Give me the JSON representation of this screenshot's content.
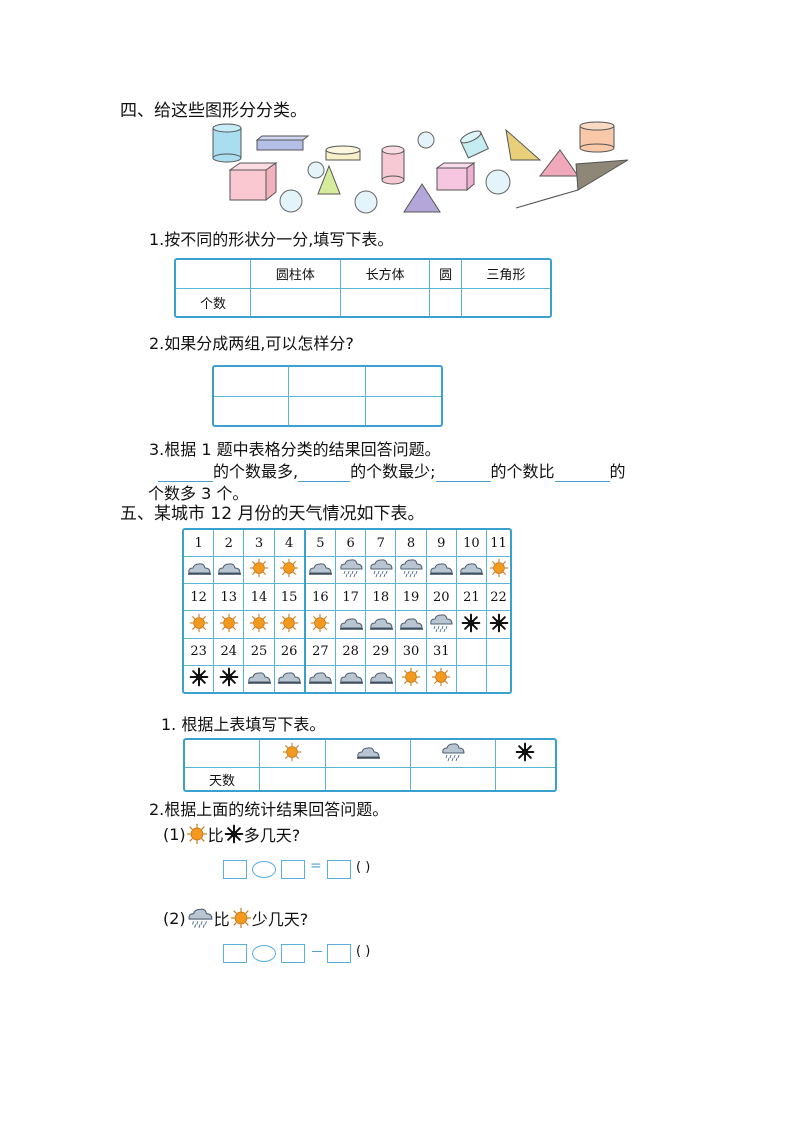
{
  "section4": {
    "title": "四、给这些图形分分类。",
    "q1": "1.按不同的形状分一分,填写下表。",
    "table_headers": [
      "",
      "圆柱体",
      "长方体",
      "圆",
      "三角形"
    ],
    "table_row_label": "个数",
    "q2": "2.如果分成两组,可以怎样分?",
    "q3": "3.根据 1 题中表格分类的结果回答问题。",
    "q3_part1": "的个数最多,",
    "q3_part2": "的个数最少;",
    "q3_part3": "的个数比",
    "q3_part4": "的",
    "q3_line2": "个数多 3 个。"
  },
  "section5": {
    "title": "五、某城市 12 月份的天气情况如下表。",
    "calendar": [
      {
        "days": [
          "1",
          "2",
          "3",
          "4",
          "5",
          "6",
          "7",
          "8",
          "9",
          "10",
          "11"
        ],
        "weather": [
          "cloudy",
          "cloudy",
          "sunny",
          "sunny",
          "cloudy",
          "rainy",
          "rainy",
          "rainy",
          "cloudy",
          "cloudy",
          "sunny"
        ]
      },
      {
        "days": [
          "12",
          "13",
          "14",
          "15",
          "16",
          "17",
          "18",
          "19",
          "20",
          "21",
          "22"
        ],
        "weather": [
          "sunny",
          "sunny",
          "sunny",
          "sunny",
          "sunny",
          "cloudy",
          "cloudy",
          "cloudy",
          "rainy",
          "snow",
          "snow"
        ]
      },
      {
        "days": [
          "23",
          "24",
          "25",
          "26",
          "27",
          "28",
          "29",
          "30",
          "31",
          "",
          ""
        ],
        "weather": [
          "snow",
          "snow",
          "cloudy",
          "cloudy",
          "cloudy",
          "cloudy",
          "cloudy",
          "sunny",
          "sunny",
          "",
          ""
        ]
      }
    ],
    "q1": "1. 根据上表填写下表。",
    "summary_icons": [
      "sunny",
      "cloudy",
      "rainy",
      "snow"
    ],
    "summary_row_label": "天数",
    "q2": "2.根据上面的统计结果回答问题。",
    "q2a_prefix": "(1)",
    "q2a_mid": "比",
    "q2a_suffix": "多几天?",
    "q2b_prefix": "(2)",
    "q2b_mid": "比",
    "q2b_suffix": "少几天?",
    "eq1_op": "=",
    "eq2_op": "－",
    "paren": "(        )"
  }
}
